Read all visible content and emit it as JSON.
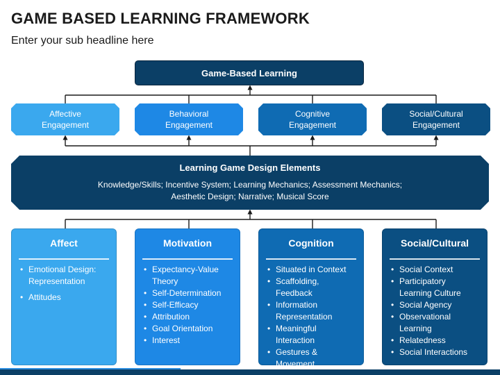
{
  "header": {
    "title": "GAME BASED LEARNING FRAMEWORK",
    "subtitle": "Enter your sub headline here"
  },
  "top_box": {
    "label": "Game-Based Learning"
  },
  "engagement": [
    {
      "line1": "Affective",
      "line2": "Engagement",
      "color": "#3aa8ee"
    },
    {
      "line1": "Behavioral",
      "line2": "Engagement",
      "color": "#1e88e5"
    },
    {
      "line1": "Cognitive",
      "line2": "Engagement",
      "color": "#0f6bb3"
    },
    {
      "line1": "Social/Cultural",
      "line2": "Engagement",
      "color": "#0b4f82"
    }
  ],
  "design": {
    "title": "Learning Game Design Elements",
    "line1": "Knowledge/Skills; Incentive System; Learning Mechanics; Assessment Mechanics;",
    "line2": "Aesthetic Design; Narrative; Musical Score"
  },
  "cards": [
    {
      "title": "Affect",
      "items": [
        "Emotional Design: Representation",
        "Attitudes"
      ]
    },
    {
      "title": "Motivation",
      "items": [
        "Expectancy-Value Theory",
        "Self-Determination",
        "Self-Efficacy",
        "Attribution",
        "Goal Orientation",
        "Interest"
      ]
    },
    {
      "title": "Cognition",
      "items": [
        "Situated in Context",
        "Scaffolding, Feedback",
        "Information Representation",
        "Meaningful Interaction",
        "Gestures & Movement"
      ]
    },
    {
      "title": "Social/Cultural",
      "items": [
        "Social Context",
        "Participatory Learning Culture",
        "Social Agency",
        "Observational Learning",
        "Relatedness",
        "Social Interactions"
      ]
    }
  ],
  "colors": {
    "dark_navy": "#0b3f66",
    "connector": "#1a1a1a"
  }
}
